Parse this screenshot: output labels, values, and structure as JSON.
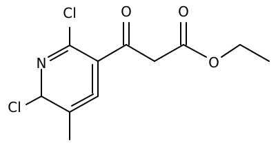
{
  "molecule": {
    "atoms": {
      "cl_top": "Cl",
      "n_ring": "N",
      "cl_bottom": "Cl",
      "o_ketone": "O",
      "o_ester_carbonyl": "O",
      "o_ester": "O"
    },
    "colors": {
      "bond": "#000000",
      "label": "#000000",
      "background": "#ffffff"
    }
  }
}
